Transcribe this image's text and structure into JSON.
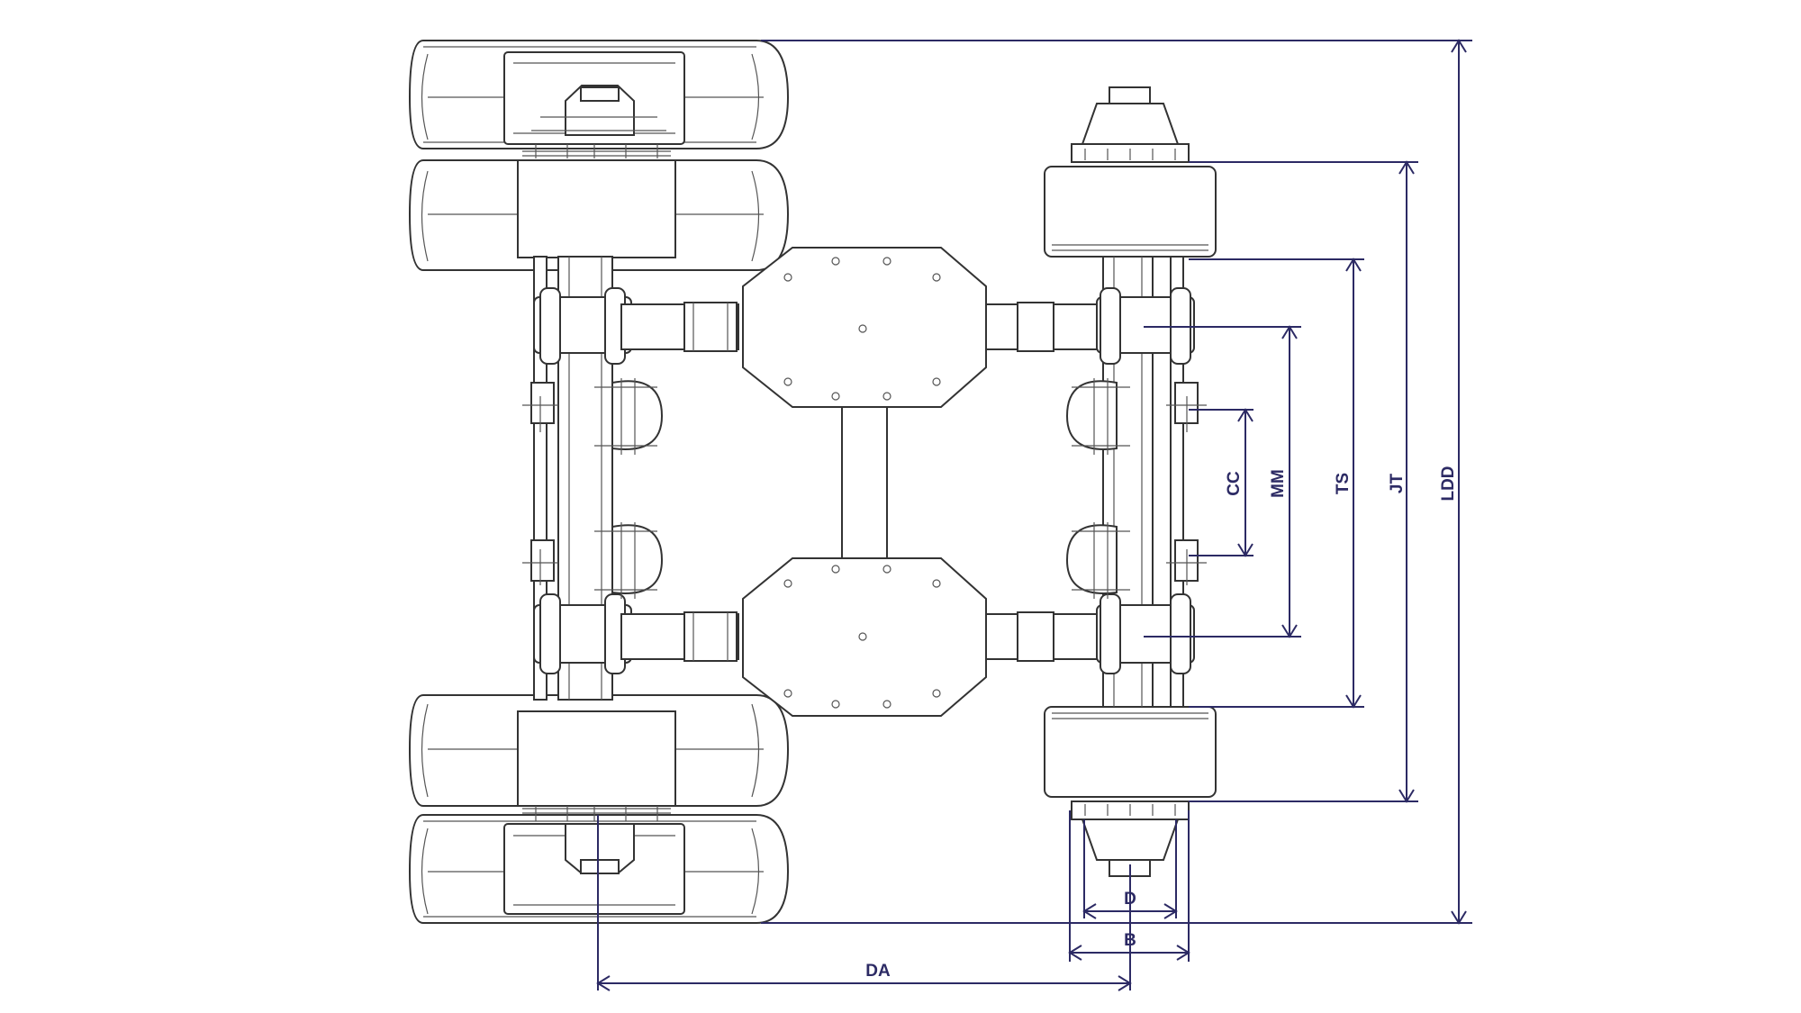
{
  "dimensions": {
    "cc": "CC",
    "mm": "MM",
    "ts": "TS",
    "jt": "JT",
    "ldd": "LDD",
    "d": "D",
    "b": "B",
    "da": "DA"
  },
  "colors": {
    "line": "#333333",
    "dimension": "#2c2a64",
    "background": "#ffffff"
  }
}
